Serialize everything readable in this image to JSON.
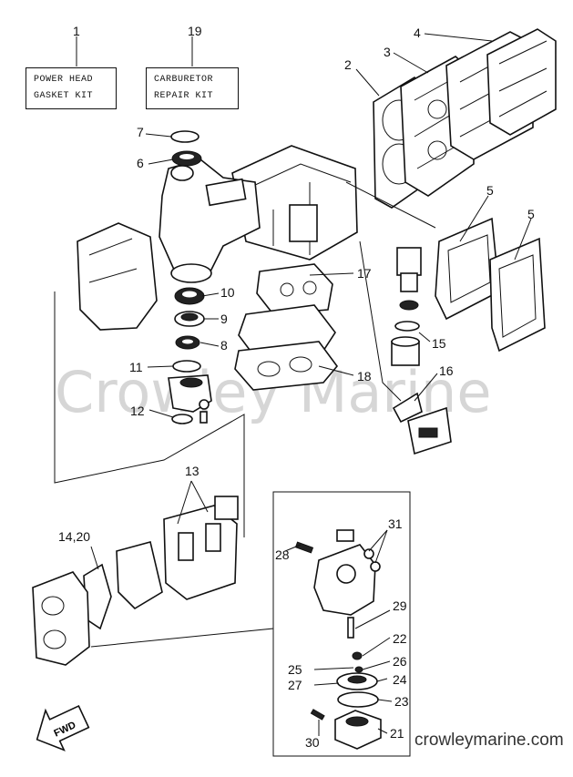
{
  "kits": [
    {
      "ref": "1",
      "lines": [
        "POWER HEAD",
        "GASKET KIT"
      ]
    },
    {
      "ref": "19",
      "lines": [
        "CARBURETOR",
        "REPAIR KIT"
      ]
    }
  ],
  "watermark": "Crowley Marine",
  "site_url": "crowleymarine.com",
  "fwd_label": "FWD",
  "callouts": {
    "n2": "2",
    "n3": "3",
    "n4": "4",
    "n5a": "5",
    "n5b": "5",
    "n6": "6",
    "n7": "7",
    "n8": "8",
    "n9": "9",
    "n10": "10",
    "n11": "11",
    "n12": "12",
    "n13": "13",
    "n14": "14,20",
    "n15": "15",
    "n16": "16",
    "n17": "17",
    "n18": "18",
    "n21": "21",
    "n22": "22",
    "n23": "23",
    "n24": "24",
    "n25": "25",
    "n26": "26",
    "n27": "27",
    "n28": "28",
    "n29": "29",
    "n30": "30",
    "n31": "31"
  }
}
